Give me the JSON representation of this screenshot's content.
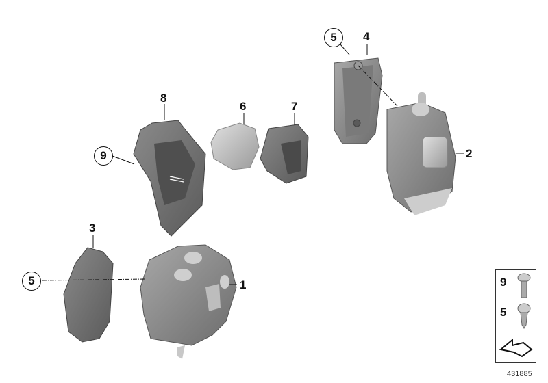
{
  "diagram": {
    "type": "exploded parts diagram",
    "subject": "Handlebar switch housings and covers",
    "callouts": [
      {
        "id": "1",
        "label": "1",
        "circled": false
      },
      {
        "id": "2",
        "label": "2",
        "circled": false
      },
      {
        "id": "3",
        "label": "3",
        "circled": false
      },
      {
        "id": "4",
        "label": "4",
        "circled": false
      },
      {
        "id": "5a",
        "label": "5",
        "circled": true
      },
      {
        "id": "5b",
        "label": "5",
        "circled": true
      },
      {
        "id": "6",
        "label": "6",
        "circled": false
      },
      {
        "id": "7",
        "label": "7",
        "circled": false
      },
      {
        "id": "8",
        "label": "8",
        "circled": false
      },
      {
        "id": "9",
        "label": "9",
        "circled": true
      }
    ],
    "legend": {
      "items": [
        {
          "label": "9",
          "icon": "torx-screw-icon"
        },
        {
          "label": "5",
          "icon": "self-tapping-screw-icon"
        },
        {
          "label": "",
          "icon": "direction-arrow-icon"
        }
      ]
    },
    "diagram_number": "431885",
    "colors": {
      "part_dark": "#6e6e6e",
      "part_mid": "#8c8c8c",
      "part_light": "#c4c4c4",
      "line": "#111111",
      "background": "#ffffff"
    }
  }
}
